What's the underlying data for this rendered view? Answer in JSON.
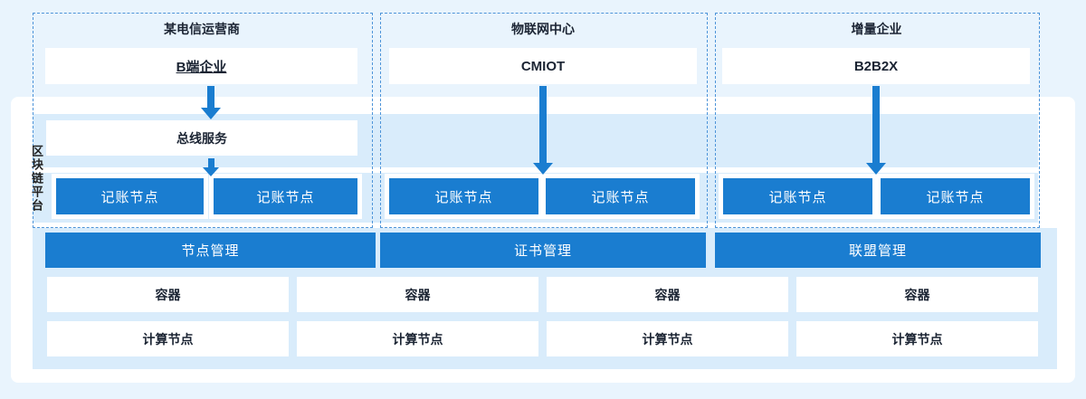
{
  "platform": {
    "label": "区块链平台"
  },
  "colors": {
    "page_background": "#e9f4fd",
    "stripe_light_blue": "#d9ecfb",
    "accent_blue": "#1a7dd0",
    "dashed_border_blue": "#4d94d9"
  },
  "columns": [
    {
      "header": "某电信运营商",
      "entity": "B端企业",
      "bus_service": "总线服务",
      "ledger_nodes": [
        "记账节点",
        "记账节点"
      ],
      "management": "节点管理"
    },
    {
      "header": "物联网中心",
      "entity": "CMIOT",
      "ledger_nodes": [
        "记账节点",
        "记账节点"
      ],
      "management": "证书管理"
    },
    {
      "header": "增量企业",
      "entity": "B2B2X",
      "ledger_nodes": [
        "记账节点",
        "记账节点"
      ],
      "management": "联盟管理"
    }
  ],
  "infrastructure": {
    "containers": [
      "容器",
      "容器",
      "容器",
      "容器"
    ],
    "compute_nodes": [
      "计算节点",
      "计算节点",
      "计算节点",
      "计算节点"
    ]
  }
}
